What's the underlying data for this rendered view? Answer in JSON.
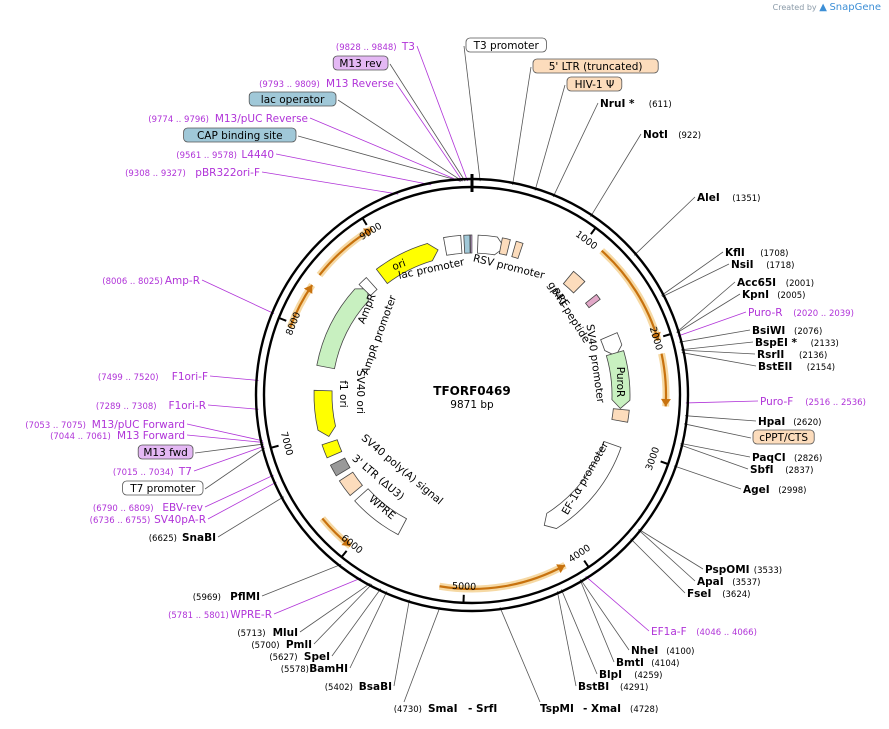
{
  "credit": {
    "prefix": "Created by",
    "brand": "SnapGene"
  },
  "plasmid": {
    "name": "TFORF0469",
    "length_label": "9871 bp",
    "length": 9871
  },
  "colors": {
    "feature_label": "#b033d8",
    "enzyme": "#000000",
    "backbone": "#000000",
    "orange_arrow": "#c8720e",
    "orange_glow": "#f6d9a4",
    "ltr": "#fcdcbc",
    "promoter_fill": "#ffffff",
    "ori_fill": "#ffff00",
    "amp_fill": "#c8f0c0",
    "puro_fill": "#c8f0c0",
    "ncfill": "#a0c8d8",
    "m13rev_fill": "#e4b8f4",
    "hiv_fill": "#fcdcbc",
    "cppt_fill": "#fcdcbc"
  },
  "ticks": [
    {
      "pos": 1000,
      "label": "1000"
    },
    {
      "pos": 2000,
      "label": "2000"
    },
    {
      "pos": 3000,
      "label": "3000"
    },
    {
      "pos": 4000,
      "label": "4000"
    },
    {
      "pos": 5000,
      "label": "5000"
    },
    {
      "pos": 6000,
      "label": "6000"
    },
    {
      "pos": 7000,
      "label": "7000"
    },
    {
      "pos": 8000,
      "label": "8000"
    },
    {
      "pos": 9000,
      "label": "9000"
    }
  ],
  "left_labels": [
    {
      "range": "(9828 .. 9848)",
      "name": "T3",
      "style": "primer"
    },
    {
      "range": "",
      "name": "M13 rev",
      "style": "box-purple"
    },
    {
      "range": "(9793 .. 9809)",
      "name": "M13 Reverse",
      "style": "primer"
    },
    {
      "range": "",
      "name": "lac operator",
      "style": "box-blue"
    },
    {
      "range": "(9774 .. 9796)",
      "name": "M13/pUC Reverse",
      "style": "primer"
    },
    {
      "range": "",
      "name": "CAP binding site",
      "style": "box-blue"
    },
    {
      "range": "(9561 .. 9578)",
      "name": "L4440",
      "style": "primer"
    },
    {
      "range": "(9308 .. 9327)",
      "name": "pBR322ori-F",
      "style": "primer"
    },
    {
      "range": "(8006 .. 8025)",
      "name": "Amp-R",
      "style": "primer"
    },
    {
      "range": "(7499 .. 7520)",
      "name": "F1ori-F",
      "style": "primer"
    },
    {
      "range": "(7289 .. 7308)",
      "name": "F1ori-R",
      "style": "primer"
    },
    {
      "range": "(7053 .. 7075)",
      "name": "M13/pUC Forward",
      "style": "primer"
    },
    {
      "range": "(7044 .. 7061)",
      "name": "M13 Forward",
      "style": "primer"
    },
    {
      "range": "",
      "name": "M13 fwd",
      "style": "box-purple"
    },
    {
      "range": "(7015 .. 7034)",
      "name": "T7",
      "style": "primer"
    },
    {
      "range": "",
      "name": "T7 promoter",
      "style": "box-white"
    },
    {
      "range": "(6790 .. 6809)",
      "name": "EBV-rev",
      "style": "primer"
    },
    {
      "range": "(6736 .. 6755)",
      "name": "SV40pA-R",
      "style": "primer"
    },
    {
      "range": "(6625)",
      "name": "SnaBI",
      "style": "enzyme"
    },
    {
      "range": "(5969)",
      "name": "PflMI",
      "style": "enzyme"
    },
    {
      "range": "(5781 .. 5801)",
      "name": "WPRE-R",
      "style": "primer"
    },
    {
      "range": "(5713)",
      "name": "MluI",
      "style": "enzyme"
    },
    {
      "range": "(5700)",
      "name": "PmlI",
      "style": "enzyme"
    },
    {
      "range": "(5627)",
      "name": "SpeI",
      "style": "enzyme"
    },
    {
      "range": "(5578)",
      "name": "BamHI",
      "style": "enzyme"
    },
    {
      "range": "(5402)",
      "name": "BsaBI",
      "style": "enzyme"
    }
  ],
  "right_labels": [
    {
      "name": "T3 promoter",
      "range": "",
      "style": "box-white"
    },
    {
      "name": "5' LTR (truncated)",
      "range": "",
      "style": "box-peach"
    },
    {
      "name": "HIV-1 Ψ",
      "range": "",
      "style": "box-peach"
    },
    {
      "name": "NruI *",
      "range": "(611)",
      "style": "enzyme"
    },
    {
      "name": "NotI",
      "range": "(922)",
      "style": "enzyme"
    },
    {
      "name": "AleI",
      "range": "(1351)",
      "style": "enzyme"
    },
    {
      "name": "KflI",
      "range": "(1708)",
      "style": "enzyme"
    },
    {
      "name": "NsiI",
      "range": "(1718)",
      "style": "enzyme"
    },
    {
      "name": "Acc65I",
      "range": "(2001)",
      "style": "enzyme"
    },
    {
      "name": "KpnI",
      "range": "(2005)",
      "style": "enzyme"
    },
    {
      "name": "Puro-R",
      "range": "(2020 .. 2039)",
      "style": "primer"
    },
    {
      "name": "BsiWI",
      "range": "(2076)",
      "style": "enzyme"
    },
    {
      "name": "BspEI *",
      "range": "(2133)",
      "style": "enzyme"
    },
    {
      "name": "RsrII",
      "range": "(2136)",
      "style": "enzyme"
    },
    {
      "name": "BstEII",
      "range": "(2154)",
      "style": "enzyme"
    },
    {
      "name": "Puro-F",
      "range": "(2516 .. 2536)",
      "style": "primer"
    },
    {
      "name": "HpaI",
      "range": "(2620)",
      "style": "enzyme"
    },
    {
      "name": "cPPT/CTS",
      "range": "",
      "style": "box-peach"
    },
    {
      "name": "PaqCI",
      "range": "(2826)",
      "style": "enzyme"
    },
    {
      "name": "SbfI",
      "range": "(2837)",
      "style": "enzyme"
    },
    {
      "name": "AgeI",
      "range": "(2998)",
      "style": "enzyme"
    },
    {
      "name": "PspOMI",
      "range": "(3533)",
      "style": "enzyme"
    },
    {
      "name": "ApaI",
      "range": "(3537)",
      "style": "enzyme"
    },
    {
      "name": "FseI",
      "range": "(3624)",
      "style": "enzyme"
    },
    {
      "name": "EF1a-F",
      "range": "(4046 .. 4066)",
      "style": "primer"
    },
    {
      "name": "NheI",
      "range": "(4100)",
      "style": "enzyme"
    },
    {
      "name": "BmtI",
      "range": "(4104)",
      "style": "enzyme"
    },
    {
      "name": "BlpI",
      "range": "(4259)",
      "style": "enzyme"
    },
    {
      "name": "BstBI",
      "range": "(4291)",
      "style": "enzyme"
    }
  ],
  "bottom_labels": [
    {
      "range": "(4730)",
      "name": "SmaI",
      "suffix": "- SrfI"
    },
    {
      "range": "",
      "name": "TspMI",
      "suffix": "- XmaI",
      "range_after": "(4728)"
    }
  ],
  "inner_labels": [
    {
      "name": "lac promoter"
    },
    {
      "name": "RSV promoter"
    },
    {
      "name": "ori"
    },
    {
      "name": "RRE"
    },
    {
      "name": "gp41 peptide"
    },
    {
      "name": "AmpR"
    },
    {
      "name": "AmpR promoter"
    },
    {
      "name": "SV40 promoter"
    },
    {
      "name": "PuroR"
    },
    {
      "name": "f1 ori"
    },
    {
      "name": "SV40 ori"
    },
    {
      "name": "SV40 poly(A) signal"
    },
    {
      "name": "3' LTR (ΔU3)"
    },
    {
      "name": "WPRE"
    },
    {
      "name": "EF-1α promoter"
    }
  ]
}
